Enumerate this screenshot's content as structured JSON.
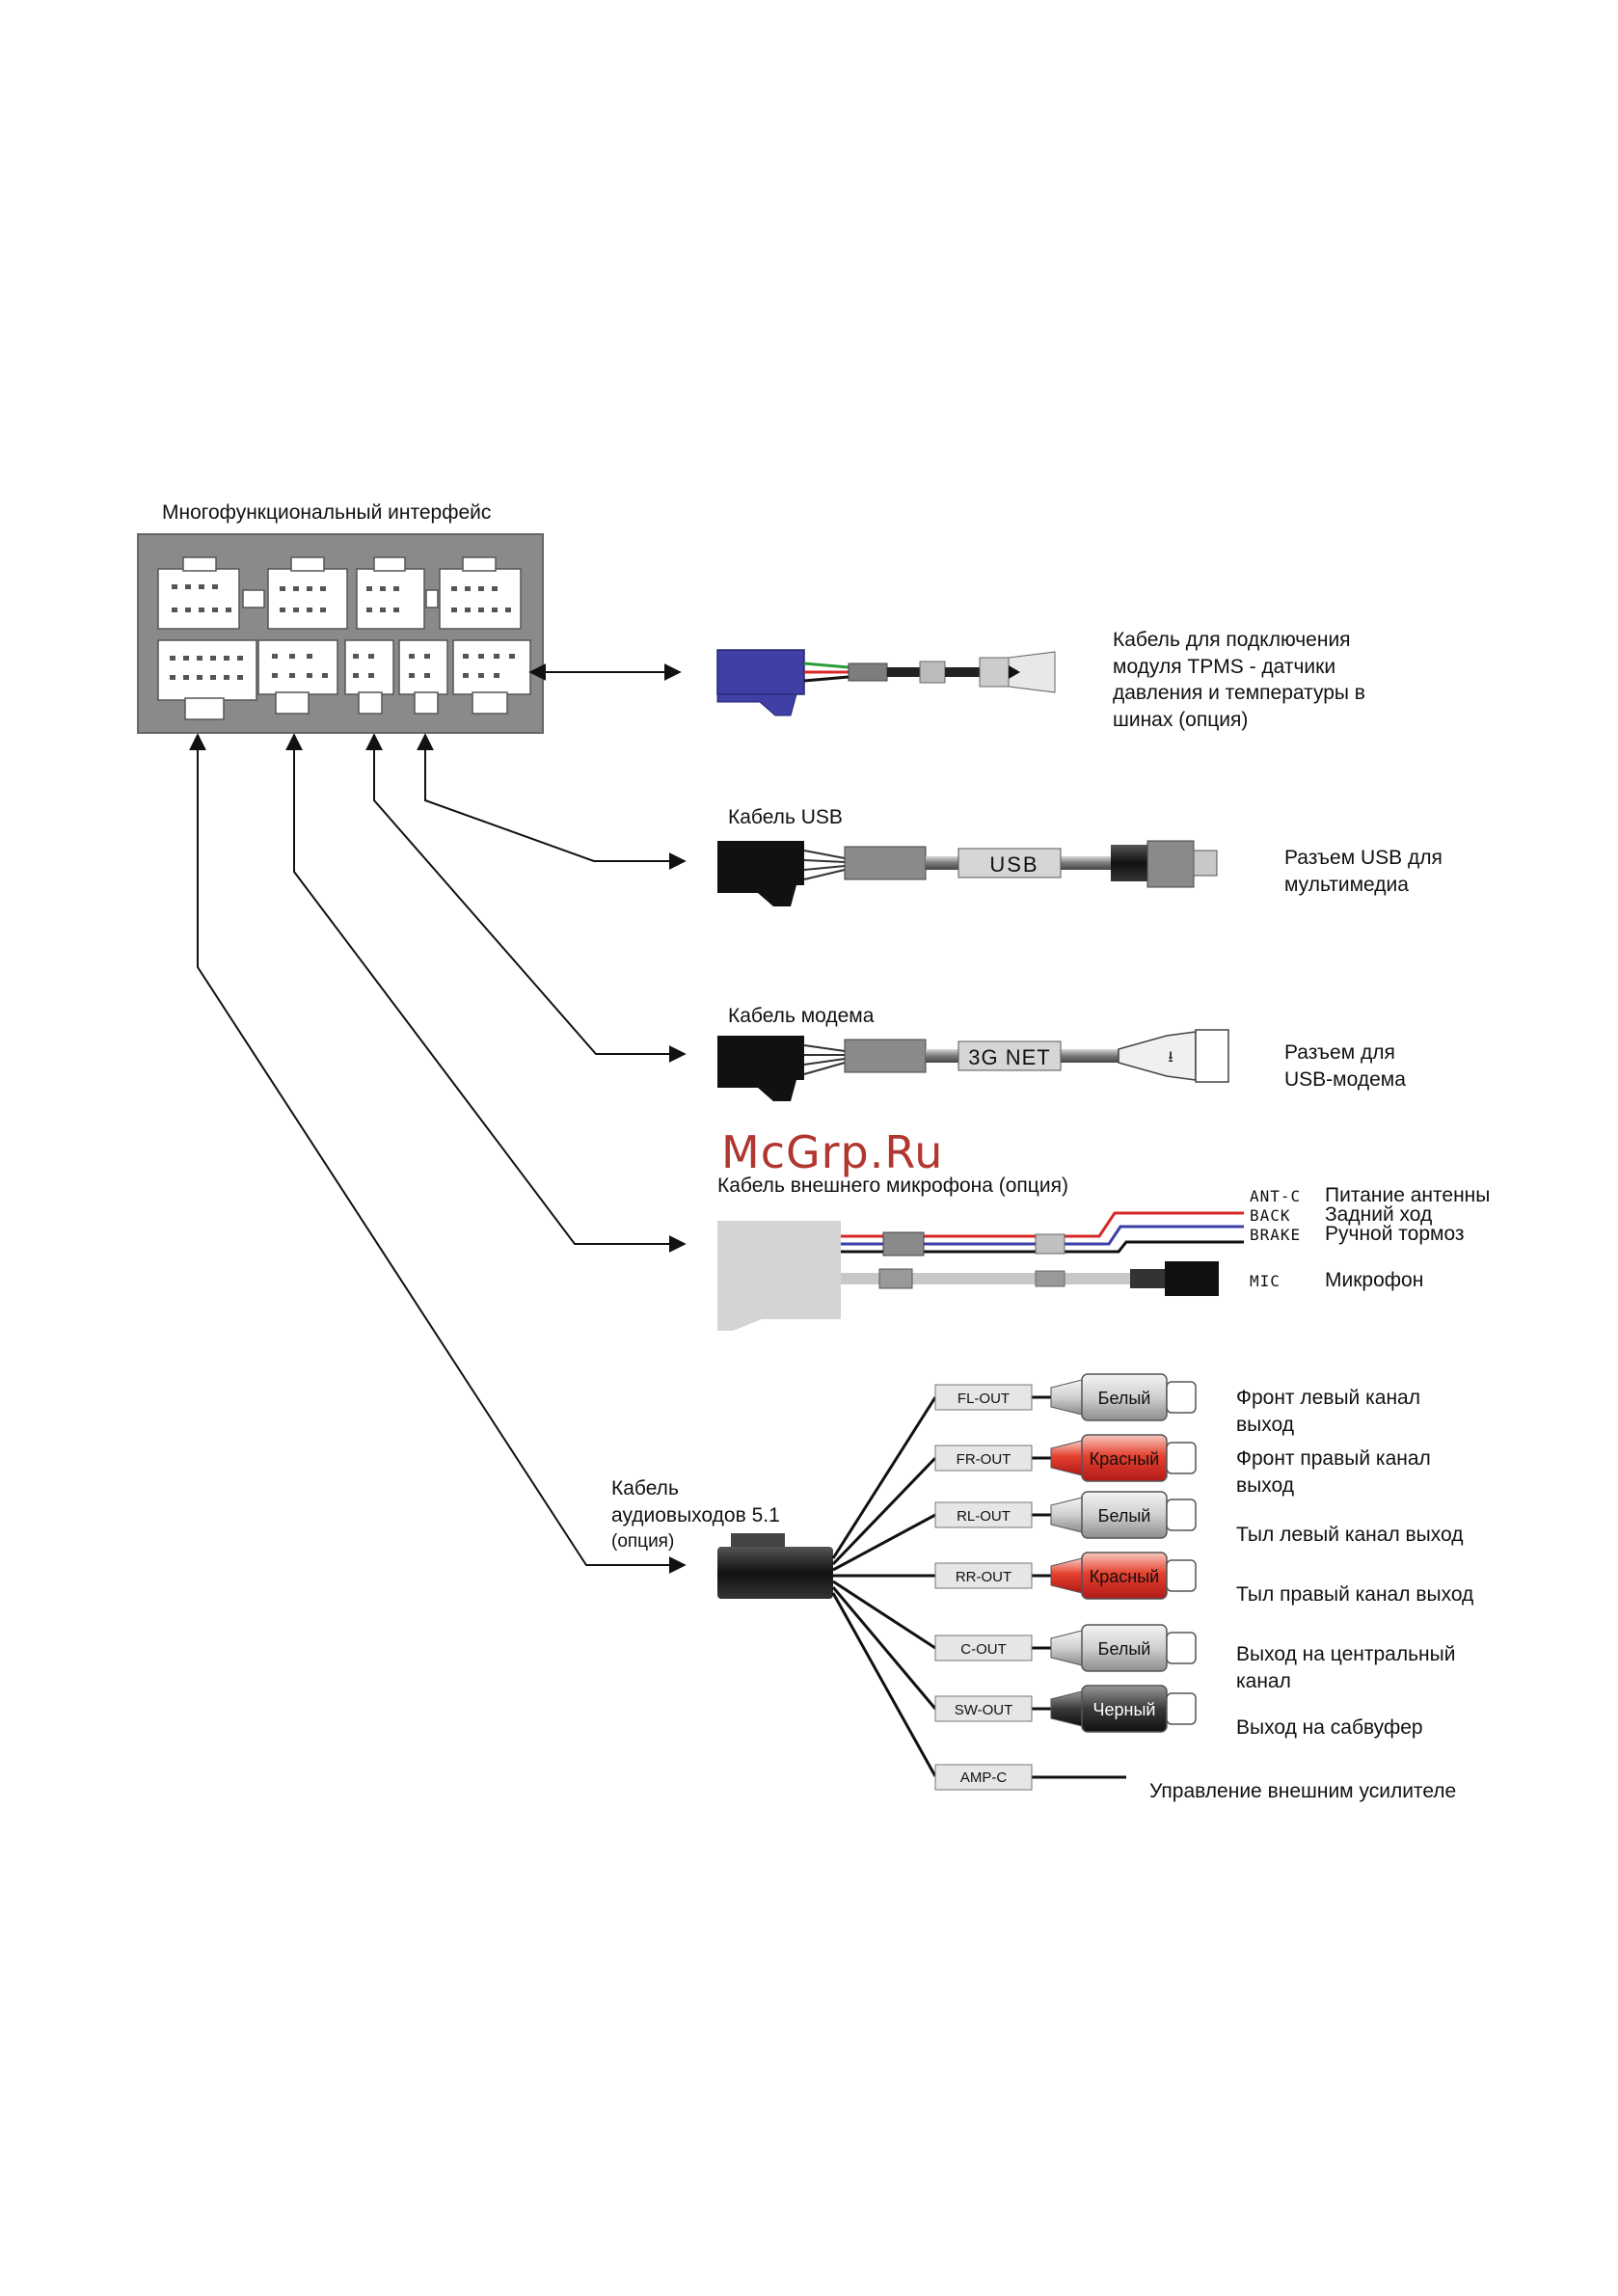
{
  "watermark": "McGrp.Ru",
  "interface": {
    "title": "Многофункциональный интерфейс"
  },
  "tpms": {
    "label": "Кабель для подключения модуля TPMS - датчики давления и температуры в шинах (опция)"
  },
  "usb": {
    "title": "Кабель USB",
    "cable_text": "USB",
    "label": "Разъем USB для мультимедиа"
  },
  "modem": {
    "title": "Кабель модема",
    "cable_text": "3G NET",
    "label": "Разъем для USB-модема"
  },
  "mic": {
    "title": "Кабель внешнего микрофона (опция)",
    "wires": [
      {
        "code": "ANT-C",
        "desc": "Питание антенны",
        "color": "#d62828"
      },
      {
        "code": "BACK",
        "desc": "Задний ход",
        "color": "#3b3fa5"
      },
      {
        "code": "BRAKE",
        "desc": "Ручной тормоз",
        "color": "#111111"
      },
      {
        "code": "MIC",
        "desc": "Микрофон",
        "color": "#bbbbbb"
      }
    ]
  },
  "audio": {
    "title": "Кабель аудиовыходов 5.1",
    "option": "(опция)",
    "outputs": [
      {
        "code": "FL-OUT",
        "plug": "Белый",
        "desc": "Фронт левый канал выход",
        "color": "white"
      },
      {
        "code": "FR-OUT",
        "plug": "Красный",
        "desc": "Фронт правый канал выход",
        "color": "red"
      },
      {
        "code": "RL-OUT",
        "plug": "Белый",
        "desc": "Тыл левый канал выход",
        "color": "white"
      },
      {
        "code": "RR-OUT",
        "plug": "Красный",
        "desc": "Тыл правый канал выход",
        "color": "red"
      },
      {
        "code": "C-OUT",
        "plug": "Белый",
        "desc": "Выход на центральный канал",
        "color": "white"
      },
      {
        "code": "SW-OUT",
        "plug": "Черный",
        "desc": "Выход на сабвуфер",
        "color": "black"
      }
    ],
    "amp": {
      "code": "AMP-C",
      "desc": "Управление внешним усилителе"
    }
  }
}
